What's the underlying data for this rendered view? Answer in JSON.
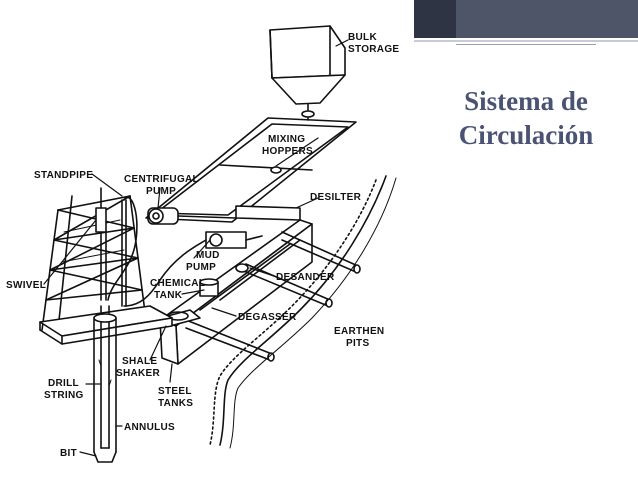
{
  "slide": {
    "title_line1": "Sistema de",
    "title_line2": "Circulación"
  },
  "diagram": {
    "labels": {
      "bulk_storage_1": "BULK",
      "bulk_storage_2": "STORAGE",
      "mixing_hoppers_1": "MIXING",
      "mixing_hoppers_2": "HOPPERS",
      "standpipe": "STANDPIPE",
      "centrifugal_pump_1": "CENTRIFUGAL",
      "centrifugal_pump_2": "PUMP",
      "desilter": "DESILTER",
      "mud_pump_1": "MUD",
      "mud_pump_2": "PUMP",
      "swivel": "SWIVEL",
      "chemical_tank_1": "CHEMICAL",
      "chemical_tank_2": "TANK",
      "desander": "DESANDER",
      "degasser": "DEGASSER",
      "earthen_pits_1": "EARTHEN",
      "earthen_pits_2": "PITS",
      "shale_shaker_1": "SHALE",
      "shale_shaker_2": "SHAKER",
      "drill_string_1": "DRILL",
      "drill_string_2": "STRING",
      "steel_tanks_1": "STEEL",
      "steel_tanks_2": "TANKS",
      "annulus": "ANNULUS",
      "bit": "BIT"
    }
  }
}
